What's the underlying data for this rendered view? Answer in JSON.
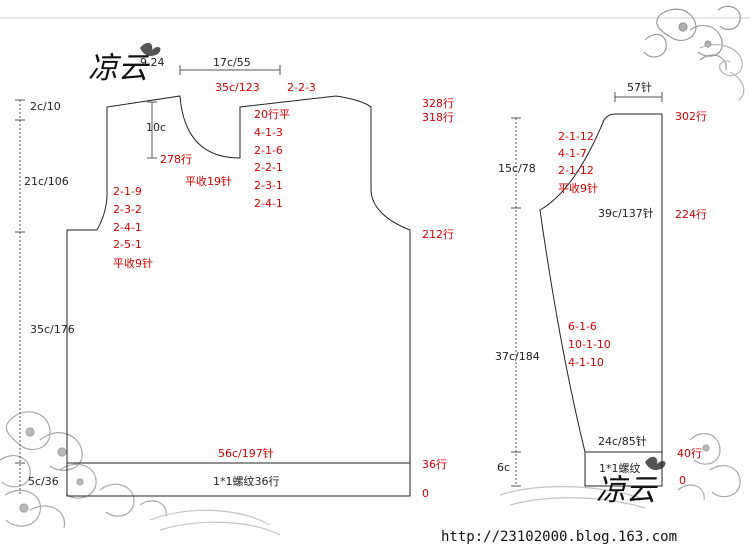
{
  "logo_text": "凉云",
  "logo_number": "9.24",
  "url": "http://23102000.blog.163.com",
  "colors": {
    "annotation": "#d40000",
    "line": "#222222",
    "decor": "#9a9a9a"
  },
  "decor_icons": [
    "flower-icon",
    "swirl-icon",
    "butterfly-icon"
  ],
  "back_piece": {
    "top_width": "17c/55",
    "neck_stitches": "35c/123",
    "shoulder_slope": "2-2-3",
    "shoulder_height": "2c/10",
    "neck_depth": "10c",
    "neck_row": "278行",
    "neck_bind": "平收19针",
    "armhole_height": "21c/106",
    "body_length": "35c/176",
    "body_width": "56c/197针",
    "rib": "1*1螺纹36行",
    "rib_height": "5c/36",
    "neck_shaping": [
      "20行平",
      "4-1-3",
      "2-1-6",
      "2-2-1",
      "2-3-1",
      "2-4-1"
    ],
    "armhole_shaping": [
      "2-1-9",
      "2-3-2",
      "2-4-1",
      "2-5-1",
      "平收9针"
    ],
    "rows": [
      "328行",
      "318行",
      "212行",
      "36行",
      "0"
    ]
  },
  "sleeve": {
    "top_stitches": "57针",
    "cap_height": "15c/78",
    "cap_shaping": [
      "2-1-12",
      "4-1-7",
      "2-1-12",
      "平收9针"
    ],
    "upper_width": "39c/137针",
    "sleeve_length": "37c/184",
    "increases": [
      "6-1-6",
      "10-1-10",
      "4-1-10"
    ],
    "cuff_width": "24c/85针",
    "cuff_height": "6c",
    "cuff_rib": "1*1螺纹",
    "rows": [
      "302行",
      "224行",
      "40行",
      "0"
    ]
  }
}
